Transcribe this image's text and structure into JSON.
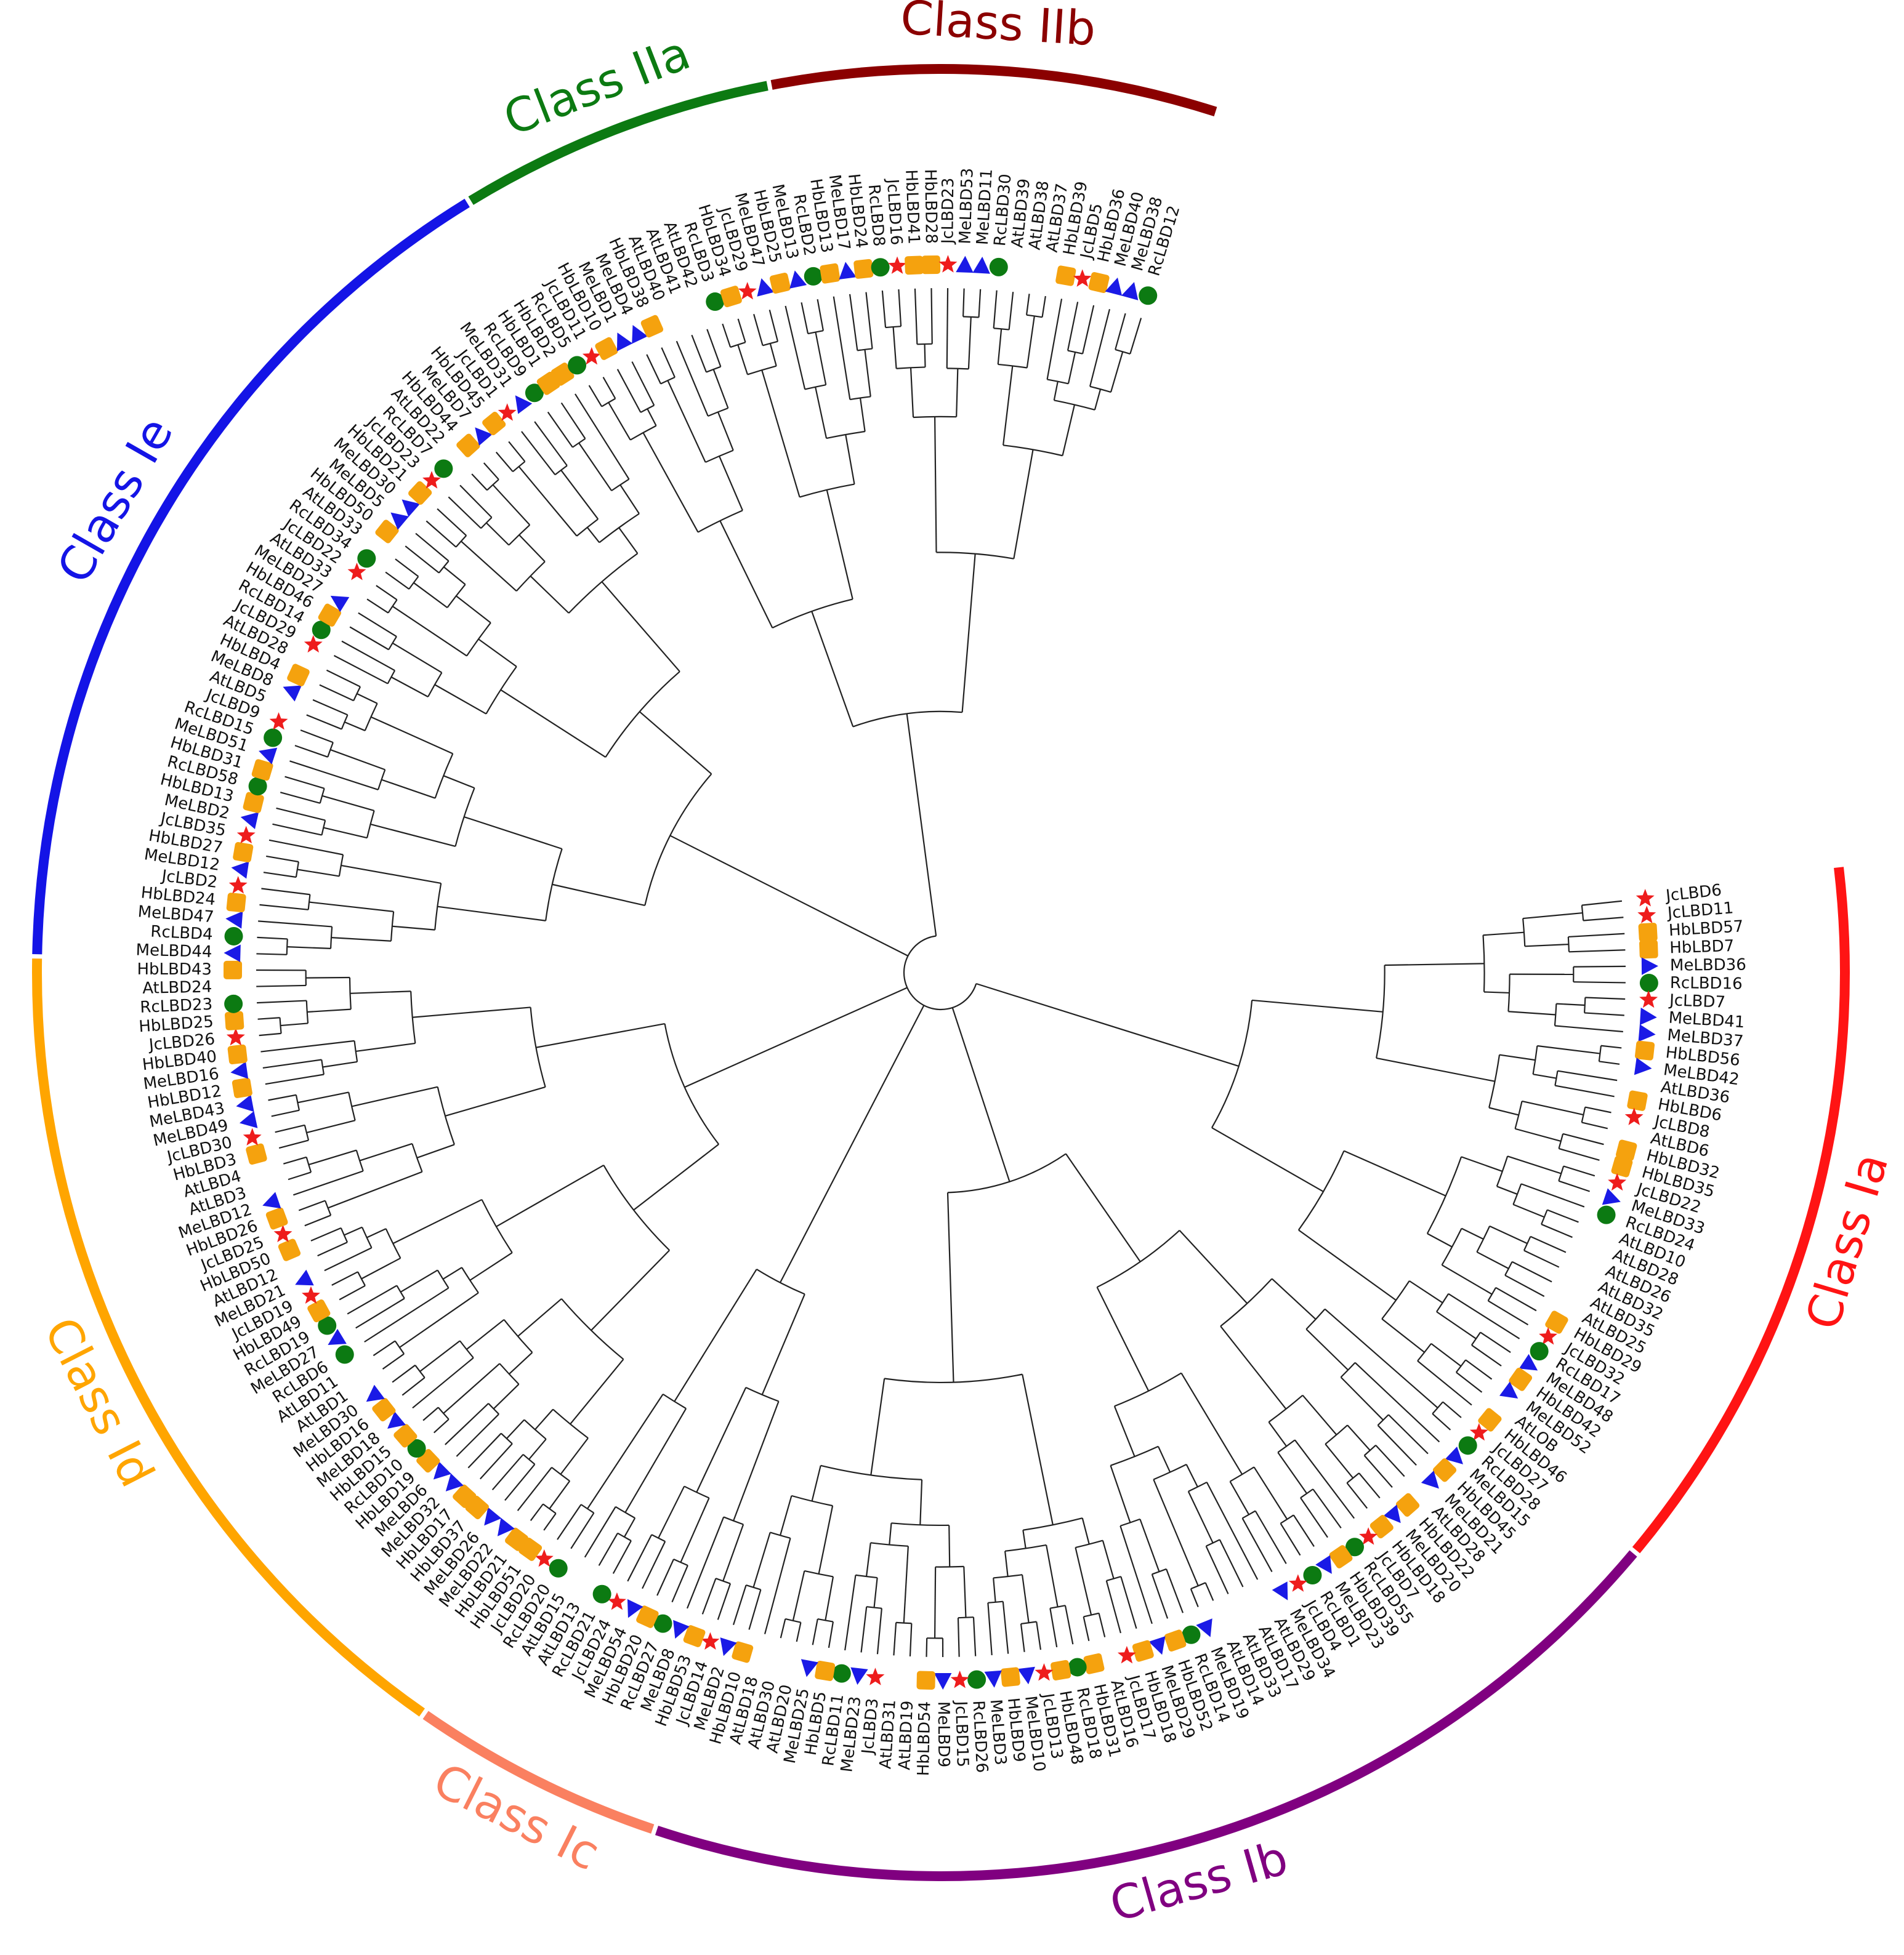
{
  "figure": {
    "type": "circular-phylogenetic-tree",
    "background": "#ffffff",
    "branch_color": "#222222"
  },
  "species_markers": {
    "At": {
      "shape": "none"
    },
    "Jc": {
      "shape": "star",
      "color": "#ee1c1c"
    },
    "Hb": {
      "shape": "rounded-square",
      "color": "#f5a20e"
    },
    "Me": {
      "shape": "triangle",
      "color": "#1a1ae6"
    },
    "Rc": {
      "shape": "circle",
      "color": "#0c7a12"
    }
  },
  "classes": [
    {
      "name": "Class Ie",
      "color": "#1414e6"
    },
    {
      "name": "Class IIa",
      "color": "#0c7a12"
    },
    {
      "name": "Class IIb",
      "color": "#8b0000"
    },
    {
      "name": "Class Ia",
      "color": "#ff1414"
    },
    {
      "name": "Class Ib",
      "color": "#800080"
    },
    {
      "name": "Class Ic",
      "color": "#fa8060"
    },
    {
      "name": "Class Id",
      "color": "#ffa500"
    }
  ],
  "leaves": [
    "JcLBD6",
    "JcLBD11",
    "HbLBD57",
    "HbLBD7",
    "MeLBD36",
    "RcLBD16",
    "JcLBD7",
    "MeLBD41",
    "MeLBD37",
    "HbLBD56",
    "MeLBD42",
    "AtLBD36",
    "HbLBD6",
    "JcLBD8",
    "AtLBD6",
    "HbLBD32",
    "HbLBD35",
    "JcLBD22",
    "MeLBD33",
    "RcLBD24",
    "AtLBD10",
    "AtLBD28",
    "AtLBD26",
    "AtLBD32",
    "AtLBD35",
    "AtLBD25",
    "HbLBD29",
    "JcLBD32",
    "RcLBD17",
    "MeLBD48",
    "HbLBD42",
    "MeLBD52",
    "AtLOB",
    "HbLBD46",
    "JcLBD27",
    "RcLBD28",
    "MeLBD15",
    "HbLBD45",
    "MeLBD21",
    "AtLBD28",
    "HbLBD22",
    "MeLBD20",
    "HbLBD18",
    "JcLBD7",
    "RcLBD55",
    "HbLBD39",
    "MeLBD23",
    "RcLBD1",
    "JcLBD4",
    "MeLBD34",
    "AtLBD29",
    "AtLBD17",
    "AtLBD33",
    "AtLBD14",
    "MeLBD19",
    "RcLBD14",
    "HbLBD52",
    "MeLBD29",
    "HbLBD18",
    "JcLBD17",
    "AtLBD16",
    "HbLBD31",
    "RcLBD18",
    "HbLBD48",
    "JcLBD13",
    "MeLBD10",
    "HbLBD9",
    "MeLBD3",
    "RcLBD26",
    "JcLBD15",
    "MeLBD9",
    "HbLBD54",
    "AtLBD19",
    "AtLBD31",
    "JcLBD3",
    "MeLBD23",
    "RcLBD11",
    "HbLBD5",
    "MeLBD25",
    "AtLBD20",
    "AtLBD30",
    "AtLBD18",
    "HbLBD10",
    "MeLBD2",
    "JcLBD14",
    "HbLBD53",
    "MeLBD8",
    "RcLBD27",
    "HbLBD20",
    "MeLBD54",
    "JcLBD24",
    "RcLBD21",
    "AtLBD13",
    "AtLBD15",
    "RcLBD20",
    "JcLBD20",
    "HbLBD51",
    "HbLBD21",
    "MeLBD22",
    "MeLBD26",
    "HbLBD37",
    "HbLBD17",
    "MeLBD32",
    "MeLBD6",
    "HbLBD19",
    "RcLBD10",
    "HbLBD15",
    "MeLBD18",
    "HbLBD16",
    "MeLBD30",
    "AtLBD1",
    "AtLBD11",
    "RcLBD6",
    "MeLBD27",
    "RcLBD19",
    "HbLBD49",
    "JcLBD19",
    "MeLBD21",
    "AtLBD12",
    "HbLBD50",
    "JcLBD25",
    "HbLBD26",
    "MeLBD12",
    "AtLBD3",
    "AtLBD4",
    "HbLBD3",
    "JcLBD30",
    "MeLBD49",
    "MeLBD43",
    "HbLBD12",
    "MeLBD16",
    "HbLBD40",
    "JcLBD26",
    "HbLBD25",
    "RcLBD23",
    "AtLBD24",
    "HbLBD43",
    "MeLBD44",
    "RcLBD4",
    "MeLBD47",
    "HbLBD24",
    "JcLBD2",
    "MeLBD12",
    "HbLBD27",
    "JcLBD35",
    "MeLBD2",
    "HbLBD13",
    "RcLBD58",
    "HbLBD31",
    "MeLBD51",
    "RcLBD15",
    "JcLBD9",
    "AtLBD5",
    "MeLBD8",
    "HbLBD4",
    "AtLBD28",
    "JcLBD29",
    "RcLBD14",
    "HbLBD46",
    "MeLBD27",
    "AtLBD33",
    "JcLBD22",
    "RcLBD34",
    "AtLBD33",
    "HbLBD50",
    "MeLBD5",
    "MeLBD30",
    "HbLBD21",
    "JcLBD23",
    "RcLBD7",
    "AtLBD22",
    "HbLBD44",
    "MeLBD7",
    "HbLBD45",
    "JcLBD1",
    "MeLBD31",
    "RcLBD9",
    "HbLBD1",
    "HbLBD2",
    "RcLBD5",
    "JcLBD11",
    "HbLBD10",
    "MeLBD1",
    "MeLBD4",
    "HbLBD38",
    "AtLBD40",
    "AtLBD41",
    "AtLBD42",
    "RcLBD3",
    "HbLBD34",
    "JcLBD29",
    "MeLBD47",
    "HbLBD25",
    "MeLBD13",
    "RcLBD2",
    "HbLBD13",
    "MeLBD17",
    "HbLBD24",
    "RcLBD8",
    "JcLBD16",
    "HbLBD41",
    "HbLBD28",
    "JcLBD23",
    "MeLBD53",
    "MeLBD11",
    "RcLBD30",
    "AtLBD39",
    "AtLBD38",
    "AtLBD37",
    "HbLBD39",
    "JcLBD5",
    "HbLBD36",
    "MeLBD40",
    "MeLBD38",
    "RcLBD12"
  ]
}
